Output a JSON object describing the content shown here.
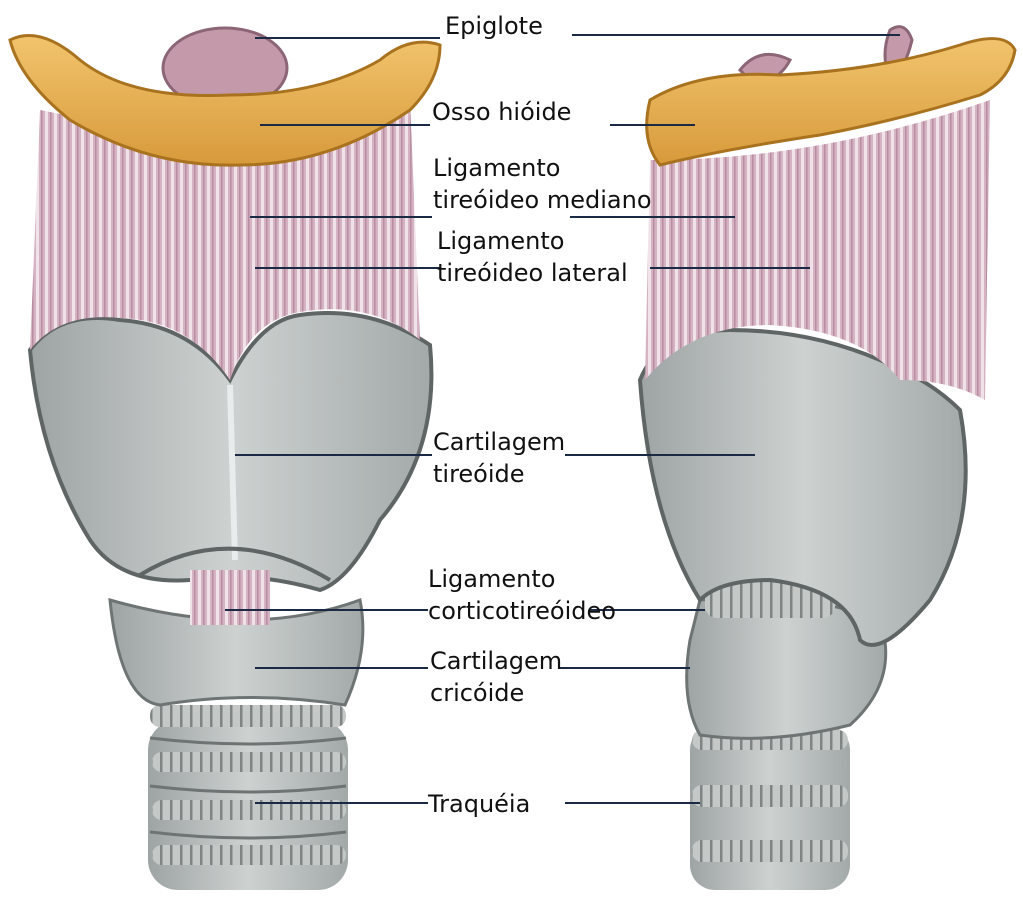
{
  "colors": {
    "bone": "#e9b45a",
    "bone_dark": "#c98c2f",
    "ligament": "#d9b9c6",
    "ligament_stripe": "#efe1e8",
    "cartilage": "#bfc4c3",
    "cartilage_dark": "#8f9594",
    "leader": "#1a2a44"
  },
  "labels": {
    "epiglote": "Epiglote",
    "osso_hioide": "Osso hióide",
    "lig_mediano_1": "Ligamento",
    "lig_mediano_2": "tireóideo mediano",
    "lig_lateral_1": "Ligamento",
    "lig_lateral_2": "tireóideo lateral",
    "cart_tireoide_1": "Cartilagem",
    "cart_tireoide_2": "tireóide",
    "lig_cortico_1": "Ligamento",
    "lig_cortico_2": "corticotireóideo",
    "cart_cricoide_1": "Cartilagem",
    "cart_cricoide_2": "cricóide",
    "traqueia": "Traquéia"
  }
}
